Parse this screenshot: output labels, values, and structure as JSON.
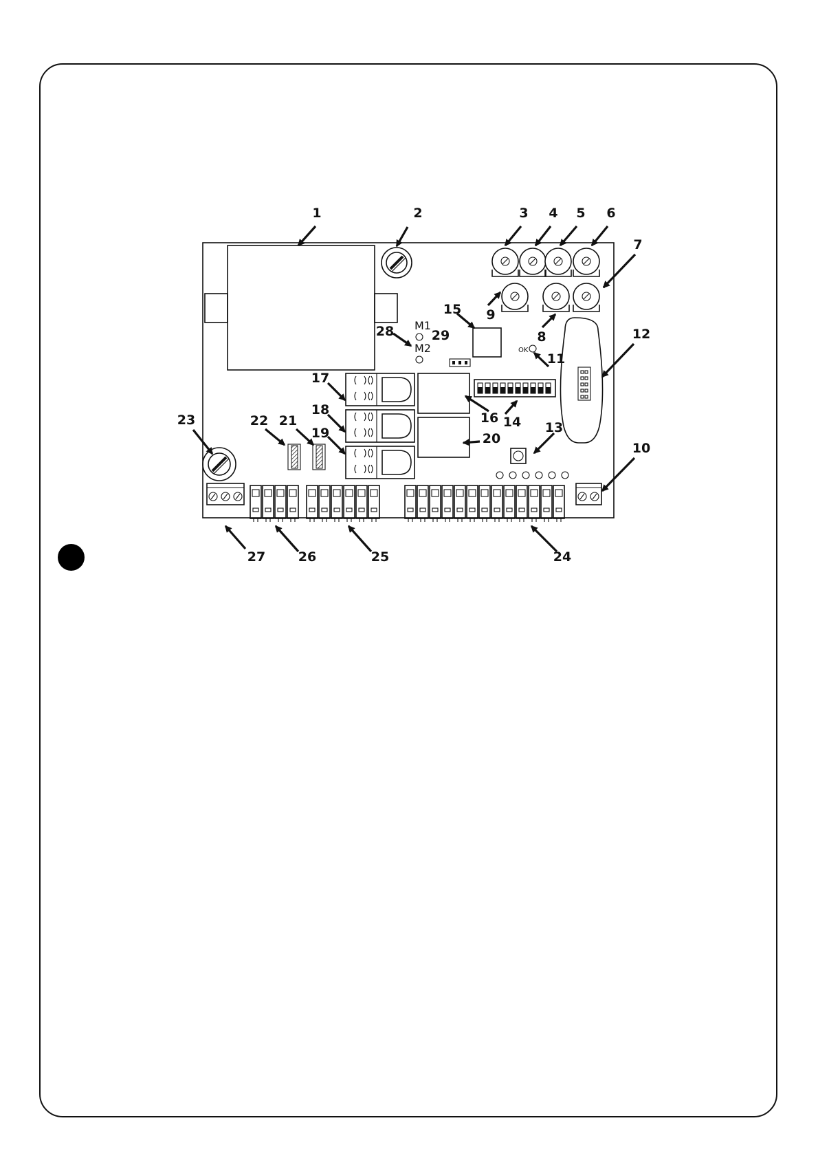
{
  "colors": {
    "line": "#111111",
    "background": "#ffffff",
    "marker": "#000000"
  },
  "board_labels": {
    "m1": "M1",
    "m2": "M2",
    "ok": "OK"
  },
  "callouts": {
    "c1": "1",
    "c2": "2",
    "c3": "3",
    "c4": "4",
    "c5": "5",
    "c6": "6",
    "c7": "7",
    "c8": "8",
    "c9": "9",
    "c10": "10",
    "c11": "11",
    "c12": "12",
    "c13": "13",
    "c14": "14",
    "c15": "15",
    "c16": "16",
    "c17": "17",
    "c18": "18",
    "c19": "19",
    "c20": "20",
    "c21": "21",
    "c22": "22",
    "c23": "23",
    "c24": "24",
    "c25": "25",
    "c26": "26",
    "c27": "27",
    "c28": "28",
    "c29": "29"
  },
  "counts": {
    "dip_switches": 10,
    "signal_leds": 6
  }
}
